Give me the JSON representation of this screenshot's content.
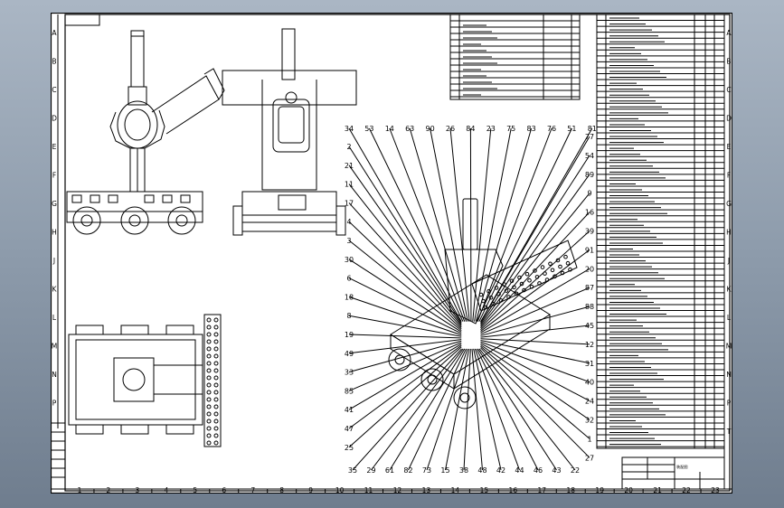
{
  "drawing": {
    "column_zones": [
      "1",
      "2",
      "3",
      "4",
      "5",
      "6",
      "7",
      "8",
      "9",
      "10",
      "11",
      "12",
      "13",
      "14",
      "15",
      "16",
      "17",
      "18",
      "19",
      "20",
      "21",
      "22",
      "23"
    ],
    "row_zones_left": [
      "A",
      "B",
      "C",
      "D",
      "E",
      "F",
      "G",
      "H",
      "J",
      "K",
      "L",
      "M",
      "N",
      "P"
    ],
    "row_zones_right": [
      "A",
      "B",
      "C",
      "D",
      "E",
      "F",
      "G",
      "H",
      "J",
      "K",
      "L",
      "M",
      "N",
      "P",
      "T"
    ],
    "balloons_top": [
      "34",
      "53",
      "14",
      "63",
      "90",
      "26",
      "84",
      "23",
      "75",
      "83",
      "76",
      "51",
      "81"
    ],
    "balloons_left": [
      "2",
      "21",
      "11",
      "17",
      "4",
      "3",
      "30",
      "6",
      "18",
      "8",
      "19",
      "49",
      "33",
      "85",
      "41",
      "47",
      "25"
    ],
    "balloons_right": [
      "77",
      "54",
      "89",
      "9",
      "16",
      "39",
      "91",
      "20",
      "87",
      "88",
      "45",
      "12",
      "31",
      "40",
      "24",
      "32",
      "1",
      "27"
    ],
    "balloons_bottom": [
      "35",
      "29",
      "61",
      "82",
      "73",
      "15",
      "38",
      "48",
      "42",
      "44",
      "46",
      "43",
      "22"
    ],
    "title_block_label": "装配图"
  }
}
